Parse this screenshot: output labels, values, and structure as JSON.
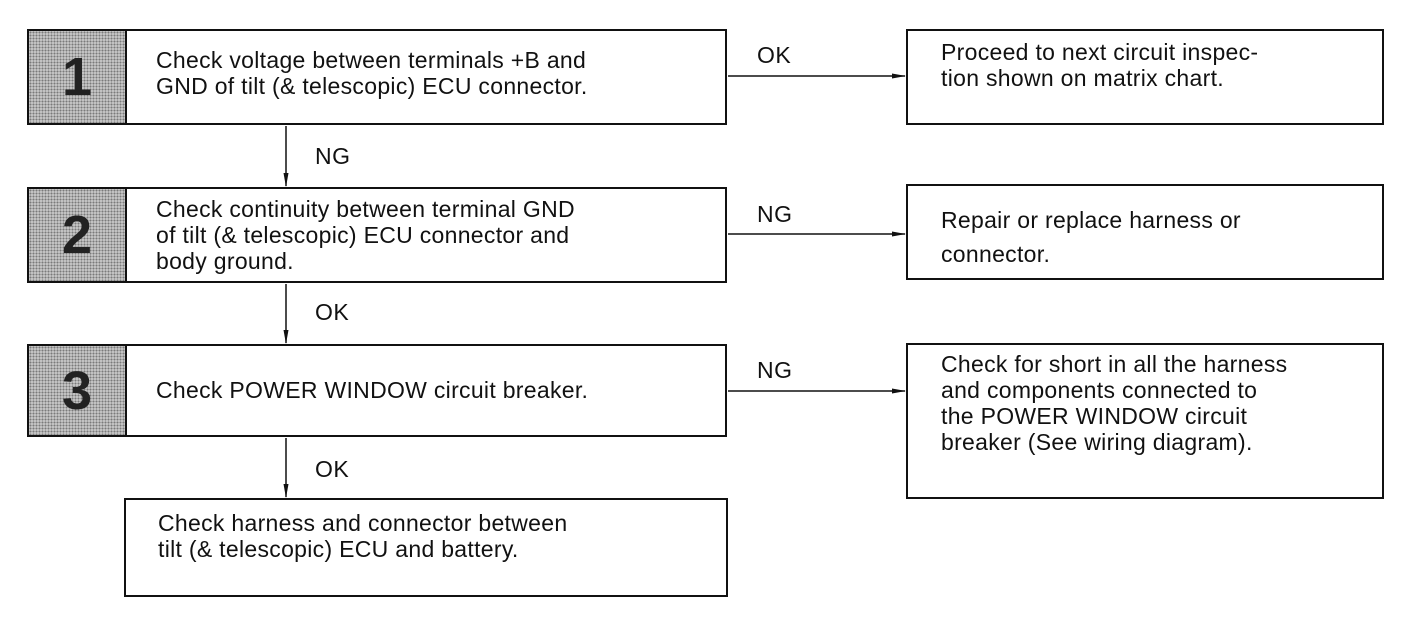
{
  "steps": [
    {
      "number": "1",
      "text": "Check voltage between terminals +B and\nGND of tilt (& telescopic) ECU connector."
    },
    {
      "number": "2",
      "text": "Check continuity between terminal GND\nof tilt (& telescopic) ECU connector and\nbody ground."
    },
    {
      "number": "3",
      "text": "Check POWER WINDOW circuit breaker."
    }
  ],
  "results": [
    {
      "text": "Proceed to next circuit inspec-\ntion shown on matrix chart."
    },
    {
      "text": "Repair or replace harness or\nconnector."
    },
    {
      "text": "Check for short in all the harness\nand components connected to\nthe POWER WINDOW circuit\nbreaker (See wiring diagram)."
    }
  ],
  "final_step": {
    "text": "Check harness and connector between\ntilt (& telescopic) ECU and battery."
  },
  "branch_labels": {
    "s1_right": "OK",
    "s1_down": "NG",
    "s2_right": "NG",
    "s2_down": "OK",
    "s3_right": "NG",
    "s3_down": "OK"
  }
}
